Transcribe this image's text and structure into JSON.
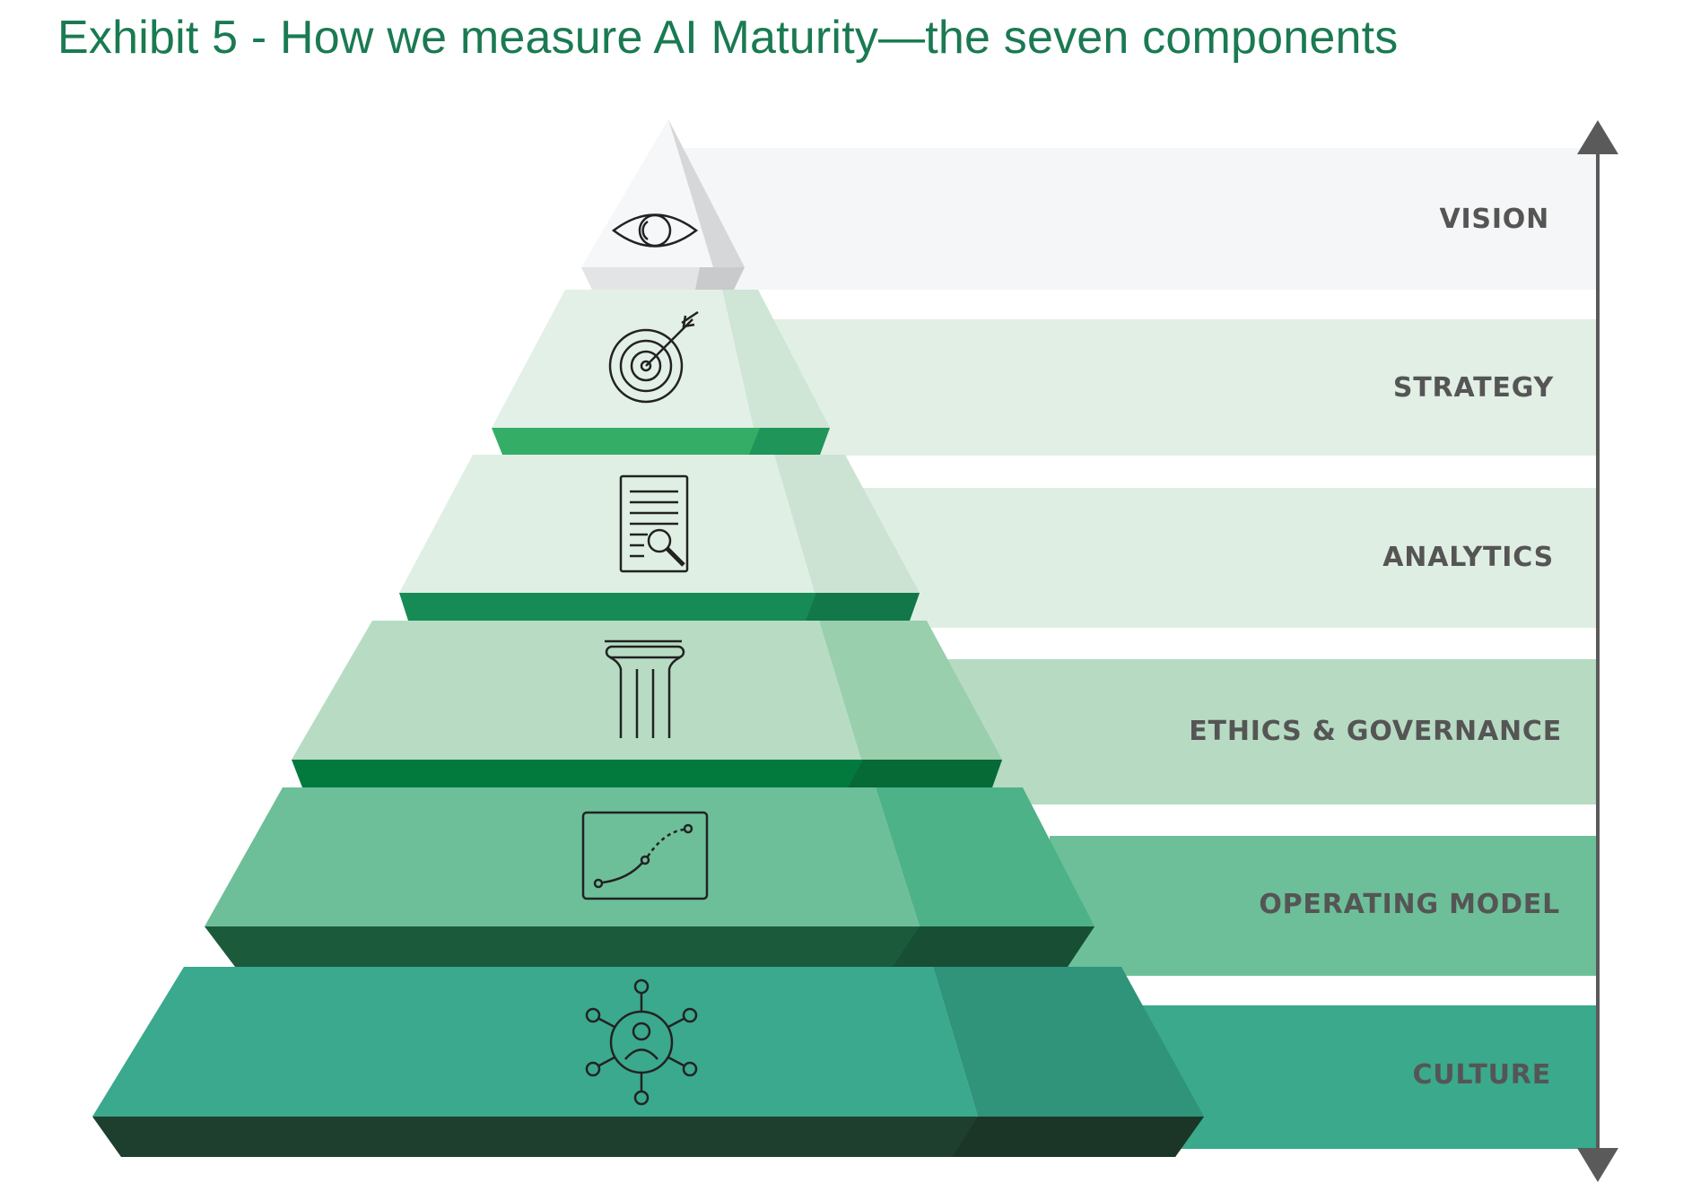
{
  "title": "Exhibit 5 - How we measure AI Maturity—the seven components",
  "layers": [
    {
      "label": "VISION",
      "icon": "eye-icon"
    },
    {
      "label": "STRATEGY",
      "icon": "target-icon"
    },
    {
      "label": "ANALYTICS",
      "icon": "document-search-icon"
    },
    {
      "label": "ETHICS & GOVERNANCE",
      "icon": "pillar-icon"
    },
    {
      "label": "OPERATING MODEL",
      "icon": "curve-chart-icon"
    },
    {
      "label": "CULTURE",
      "icon": "people-network-icon"
    }
  ],
  "colors": {
    "title": "#1a7a52",
    "band_vision": "#f5f6f7",
    "band_strategy": "#e1efe5",
    "band_analytics": "#dfeee3",
    "band_ethics": "#b6dbc2",
    "band_operating": "#6cbf99",
    "band_culture": "#3aa98c",
    "arrow": "#5a5a5a"
  }
}
